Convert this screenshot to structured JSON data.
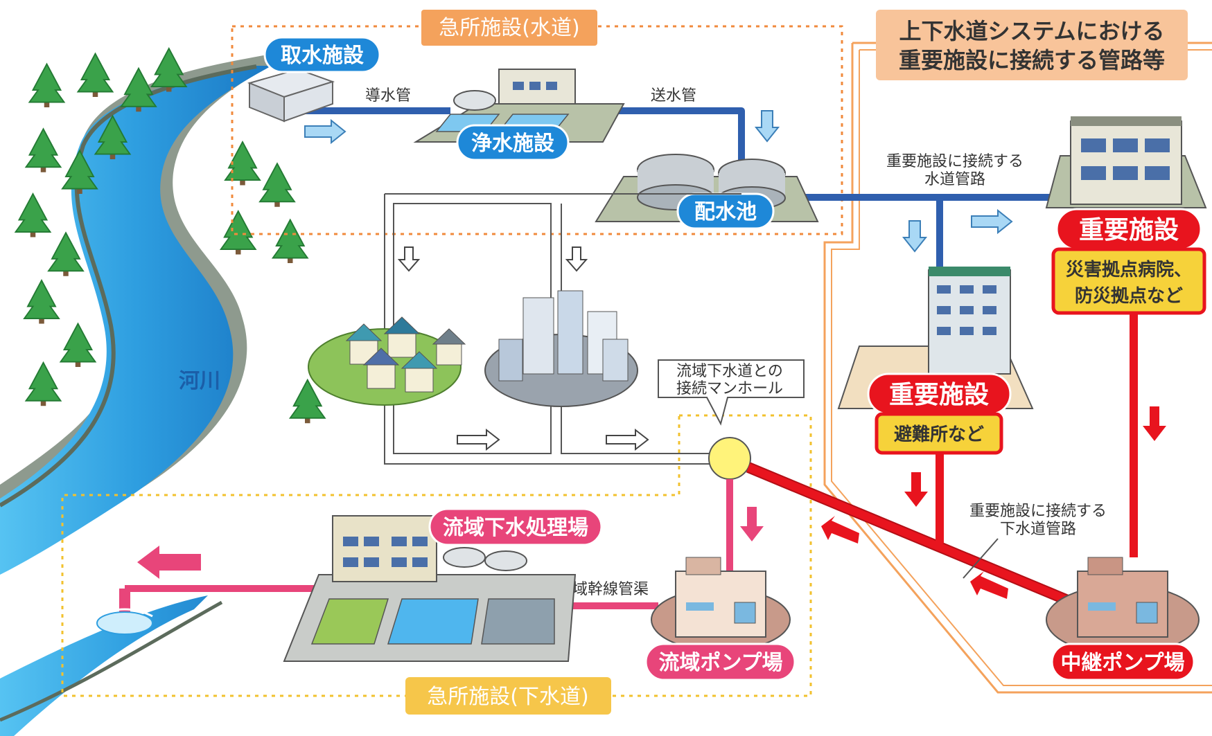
{
  "diagram": {
    "title_lines": [
      "上下水道システムにおける",
      "重要施設に接続する管路等"
    ],
    "zone_water": "急所施設(水道)",
    "zone_sewer": "急所施設(下水道)",
    "intake": "取水施設",
    "purification": "浄水施設",
    "distribution_pond": "配水池",
    "conduit": "導水管",
    "transmission": "送水管",
    "river": "河川",
    "water_pipe_label": [
      "重要施設に接続する",
      "水道管路"
    ],
    "sewer_pipe_label": [
      "重要施設に接続する",
      "下水道管路"
    ],
    "manhole_label": [
      "流域下水道との",
      "接続マンホール"
    ],
    "important_facility_1": "重要施設",
    "important_facility_1_sub": [
      "災害拠点病院、",
      "防災拠点など"
    ],
    "important_facility_2": "重要施設",
    "important_facility_2_sub": "避難所など",
    "treatment_plant": "流域下水処理場",
    "trunk_sewer": "流域幹線管渠",
    "regional_pump": "流域ポンプ場",
    "relay_pump": "中継ポンプ場"
  },
  "colors": {
    "water_pipe": "#2f5fae",
    "sewer_pipe_red": "#e8141e",
    "sewer_pipe_pink": "#e8457a",
    "river": "#2e9ee0",
    "blue_label": "#1e88d8",
    "orange_label": "#f4a25c",
    "yellow_label": "#f6c64a",
    "red_label": "#e8141e"
  }
}
